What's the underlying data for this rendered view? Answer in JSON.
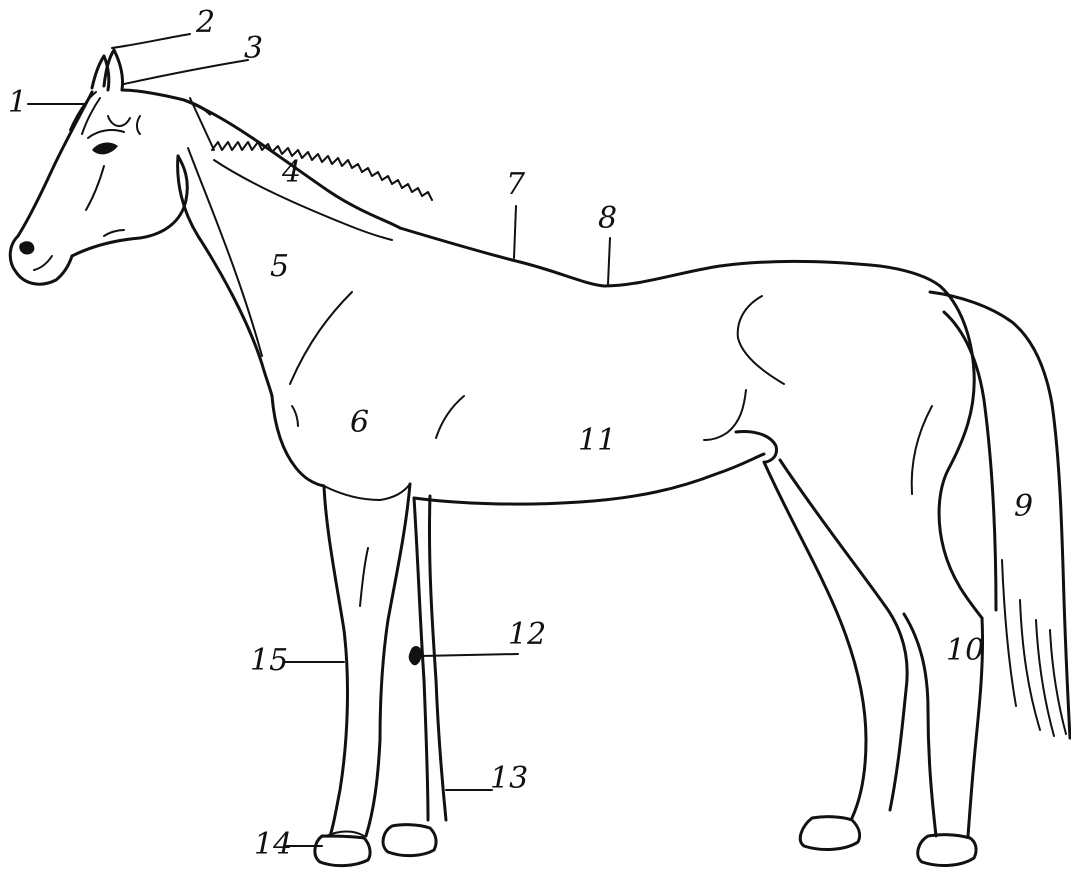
{
  "diagram": {
    "subject": "horse",
    "ink_color": "#111111",
    "background_color": "#ffffff",
    "labels": [
      {
        "id": "1",
        "text": "1"
      },
      {
        "id": "2",
        "text": "2"
      },
      {
        "id": "3",
        "text": "3"
      },
      {
        "id": "4",
        "text": "4"
      },
      {
        "id": "5",
        "text": "5"
      },
      {
        "id": "6",
        "text": "6"
      },
      {
        "id": "7",
        "text": "7"
      },
      {
        "id": "8",
        "text": "8"
      },
      {
        "id": "9",
        "text": "9"
      },
      {
        "id": "10",
        "text": "10"
      },
      {
        "id": "11",
        "text": "11"
      },
      {
        "id": "12",
        "text": "12"
      },
      {
        "id": "13",
        "text": "13"
      },
      {
        "id": "14",
        "text": "14"
      },
      {
        "id": "15",
        "text": "15"
      }
    ]
  }
}
